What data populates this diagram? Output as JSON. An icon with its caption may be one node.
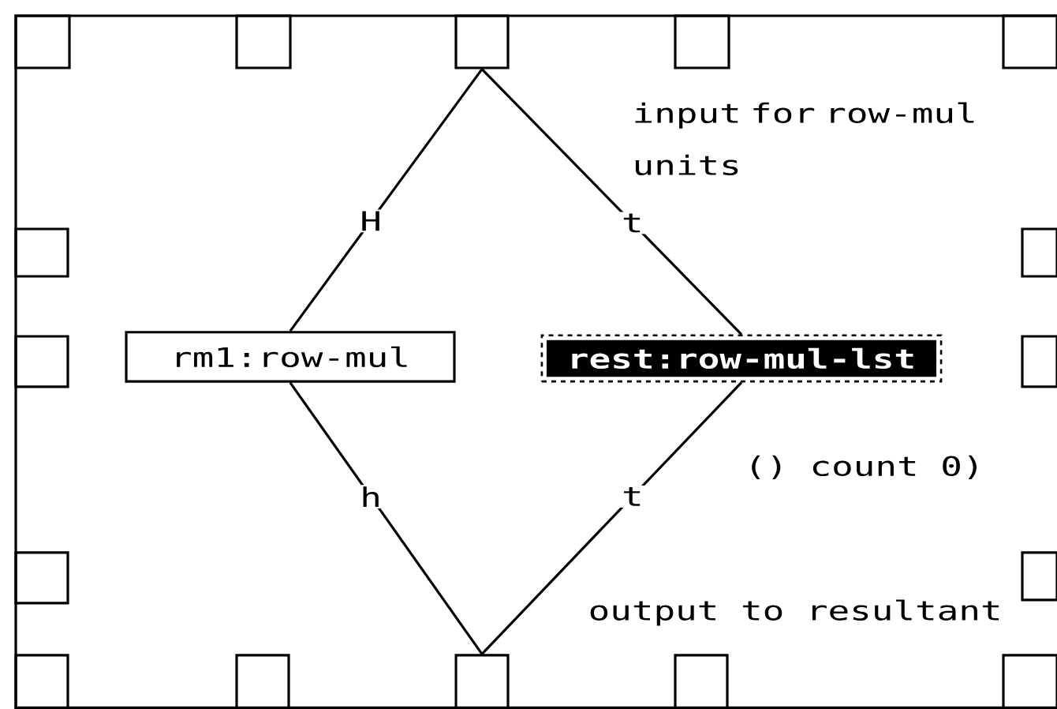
{
  "diagram": {
    "nodes": [
      {
        "text": [],
        "shape": "box"
      },
      {
        "text": [],
        "shape": "box"
      },
      {
        "text": [],
        "shape": "box"
      },
      {
        "text": [],
        "shape": "box"
      },
      {
        "text": [],
        "shape": "box"
      },
      {
        "text": [],
        "shape": "box"
      },
      {
        "text": [],
        "shape": "box"
      },
      {
        "text": [],
        "shape": "box"
      },
      {
        "text": [
          "rm1:row-mul"
        ]
      },
      {
        "text": [
          "rest:row-mul-lst"
        ]
      },
      {
        "text": [],
        "shape": "box"
      },
      {
        "text": [],
        "shape": "box"
      },
      {
        "text": [],
        "shape": "box"
      },
      {
        "text": [],
        "shape": "box"
      },
      {
        "text": [],
        "shape": "box"
      },
      {
        "text": [],
        "shape": "box"
      },
      {
        "text": [],
        "shape": "box"
      },
      {
        "text": [],
        "shape": "box"
      }
    ],
    "edges": [
      {
        "from": 2,
        "to": 8,
        "arrow": "none",
        "label": "H"
      },
      {
        "from": 2,
        "to": 9,
        "arrow": "none",
        "label": "t"
      },
      {
        "from": 8,
        "to": 15,
        "arrow": "none",
        "label": "h"
      },
      {
        "from": 9,
        "to": 15,
        "arrow": "none",
        "label": "t"
      }
    ],
    "labels": [
      "input for row-mul units",
      "() count 0)",
      "output to resultant"
    ]
  }
}
